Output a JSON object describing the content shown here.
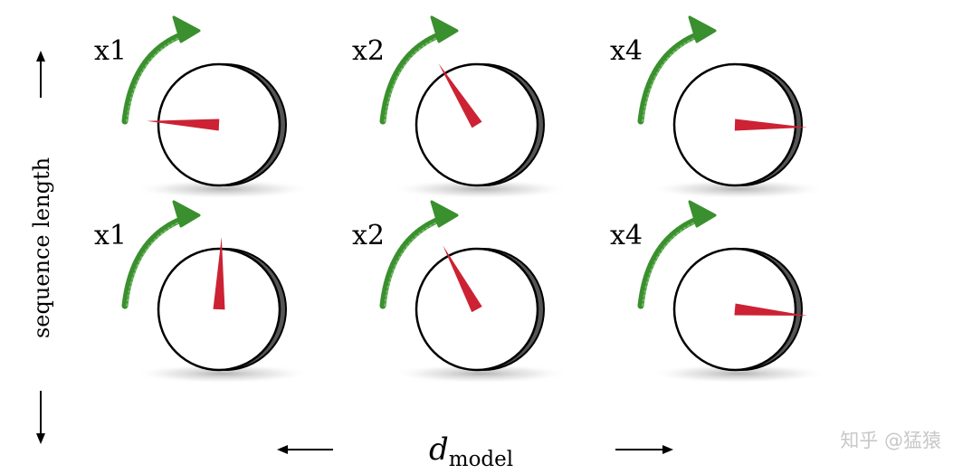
{
  "axes": {
    "vertical_label": "sequence length",
    "horizontal_label_main": "d",
    "horizontal_label_sub": "model"
  },
  "watermark": "知乎 @猛猿",
  "colors": {
    "needle": "#cc2233",
    "arrow": "#3a8f2e",
    "dial_fill": "#ffffff",
    "dial_stroke": "#000000",
    "dial_rim": "#555555"
  },
  "dials": [
    {
      "label": "x1",
      "needle_angle_deg": -177
    },
    {
      "label": "x2",
      "needle_angle_deg": -122
    },
    {
      "label": "x4",
      "needle_angle_deg": 2
    },
    {
      "label": "x1",
      "needle_angle_deg": -88
    },
    {
      "label": "x2",
      "needle_angle_deg": -118
    },
    {
      "label": "x4",
      "needle_angle_deg": 5
    }
  ]
}
